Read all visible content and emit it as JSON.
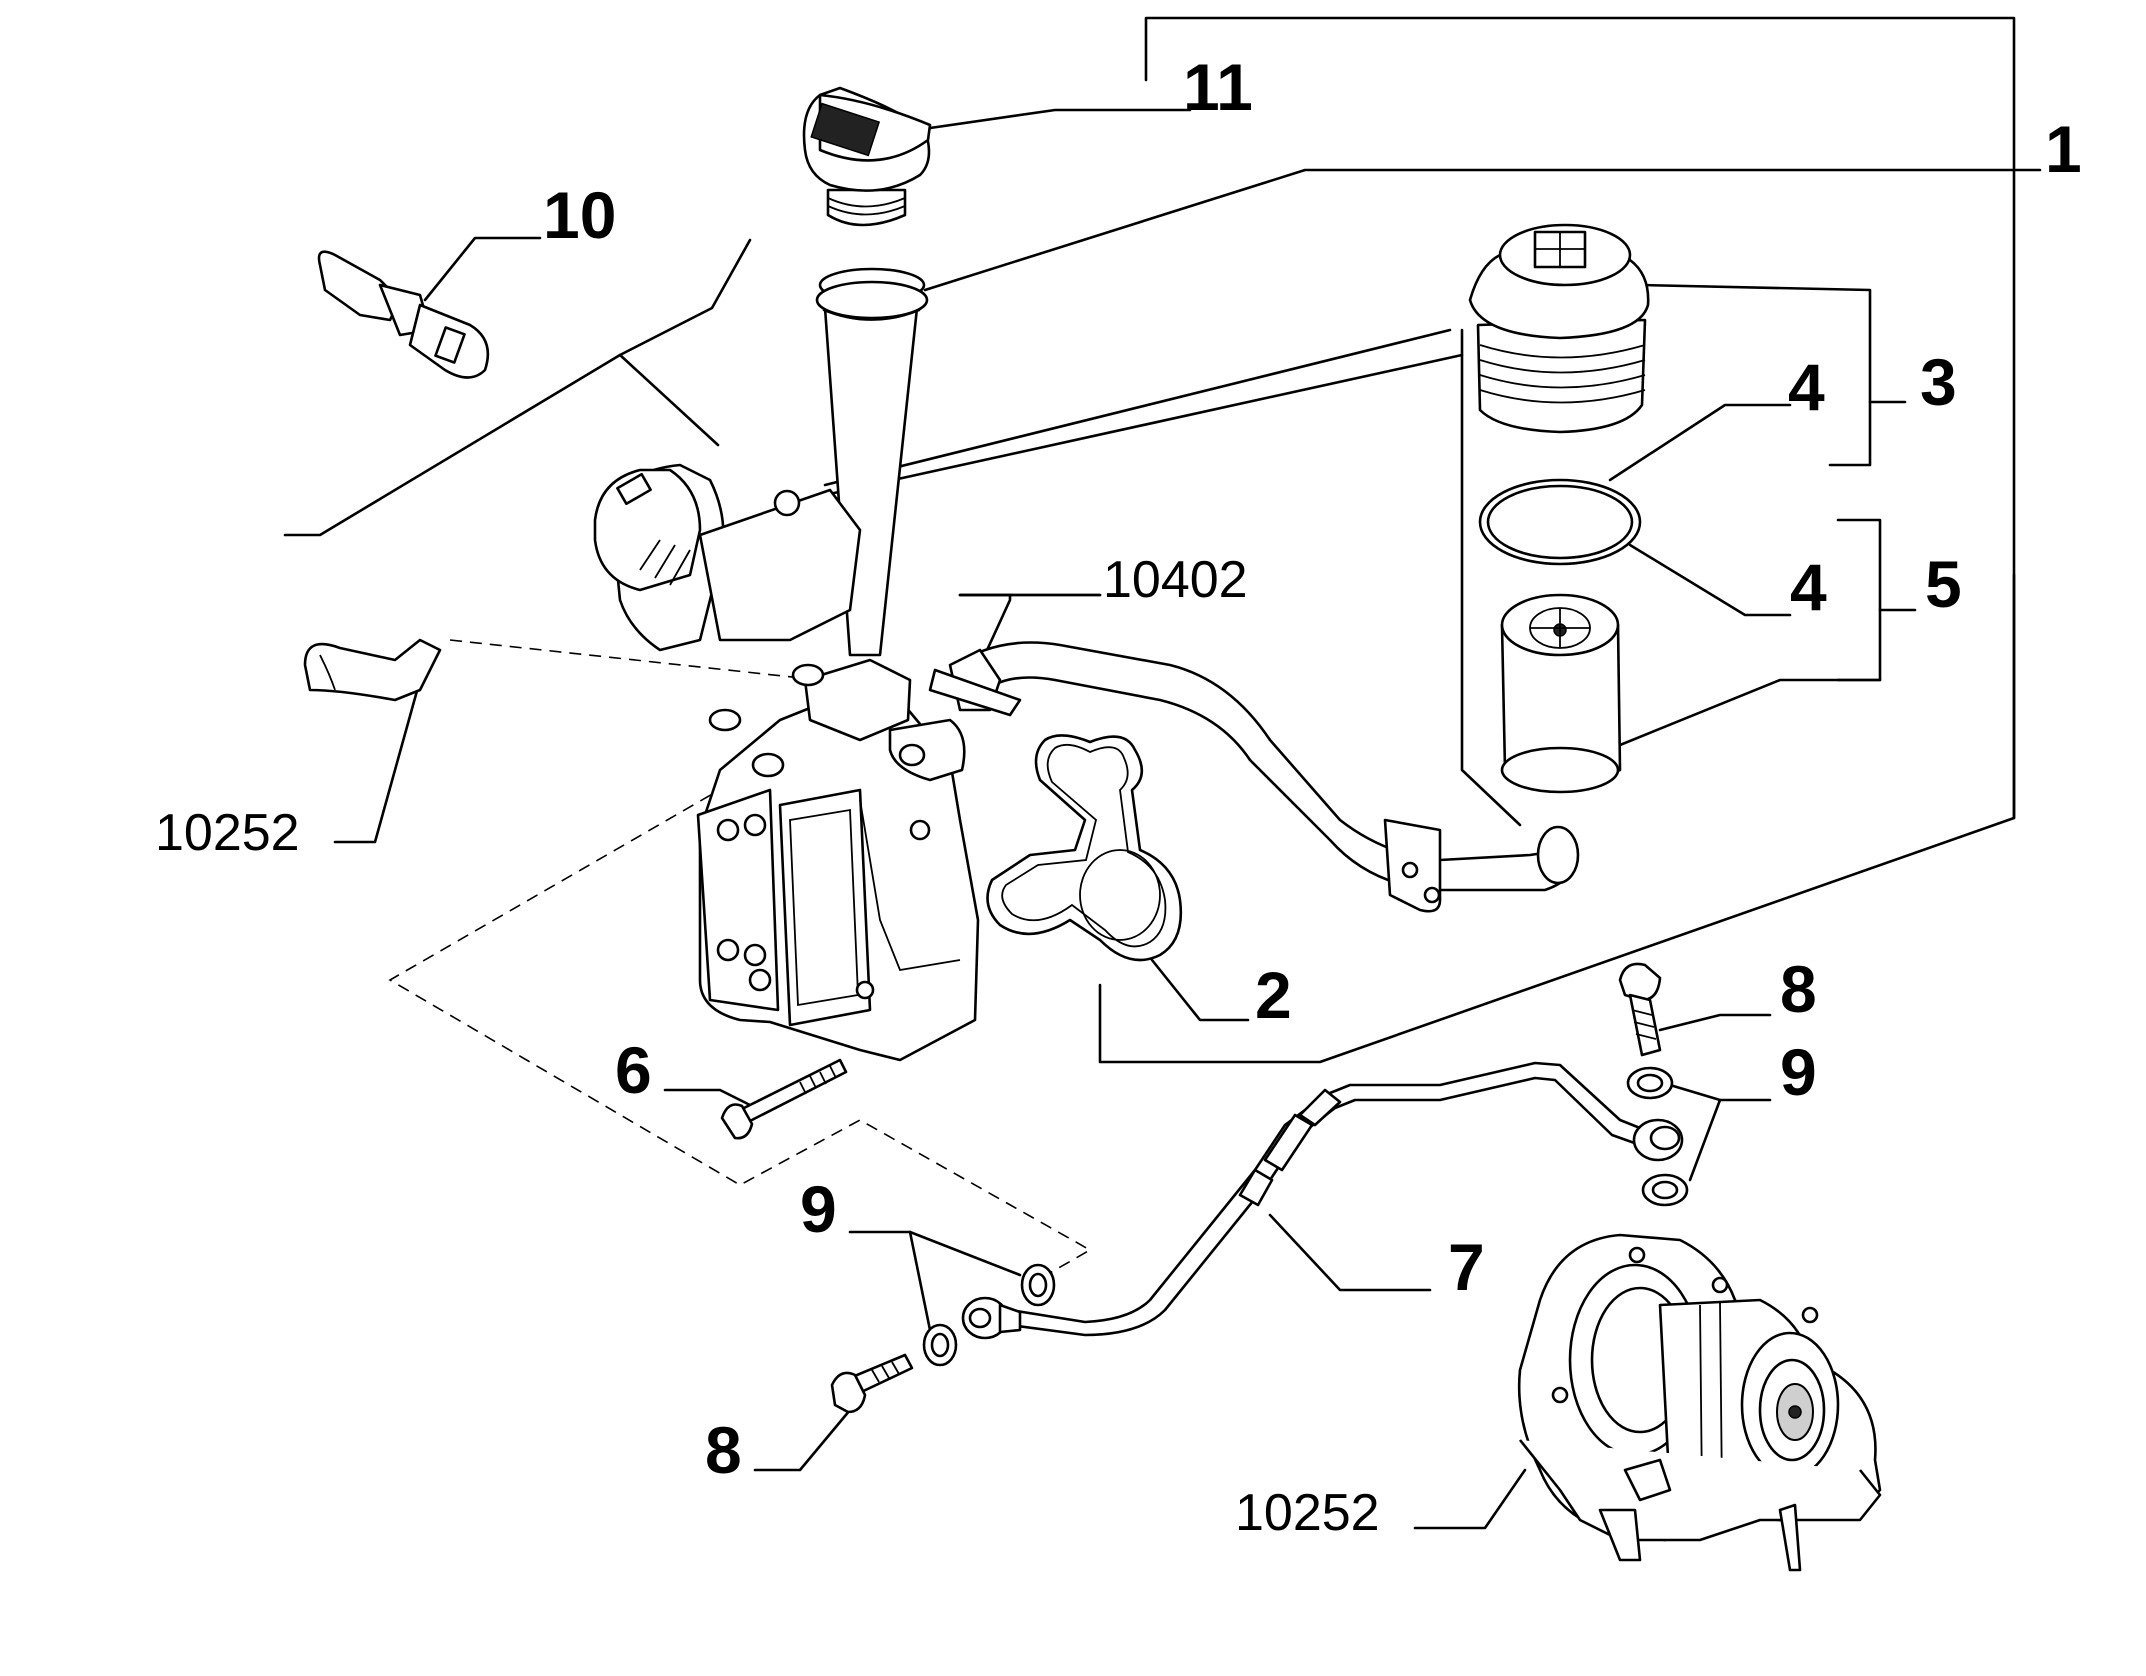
{
  "callouts": {
    "c1": "1",
    "c2": "2",
    "c3": "3",
    "c4a": "4",
    "c4b": "4",
    "c5": "5",
    "c6": "6",
    "c7": "7",
    "c8a": "8",
    "c8b": "8",
    "c9a": "9",
    "c9b": "9",
    "c10": "10",
    "c11": "11",
    "r10402": "10402",
    "r10252a": "10252",
    "r10252b": "10252"
  }
}
